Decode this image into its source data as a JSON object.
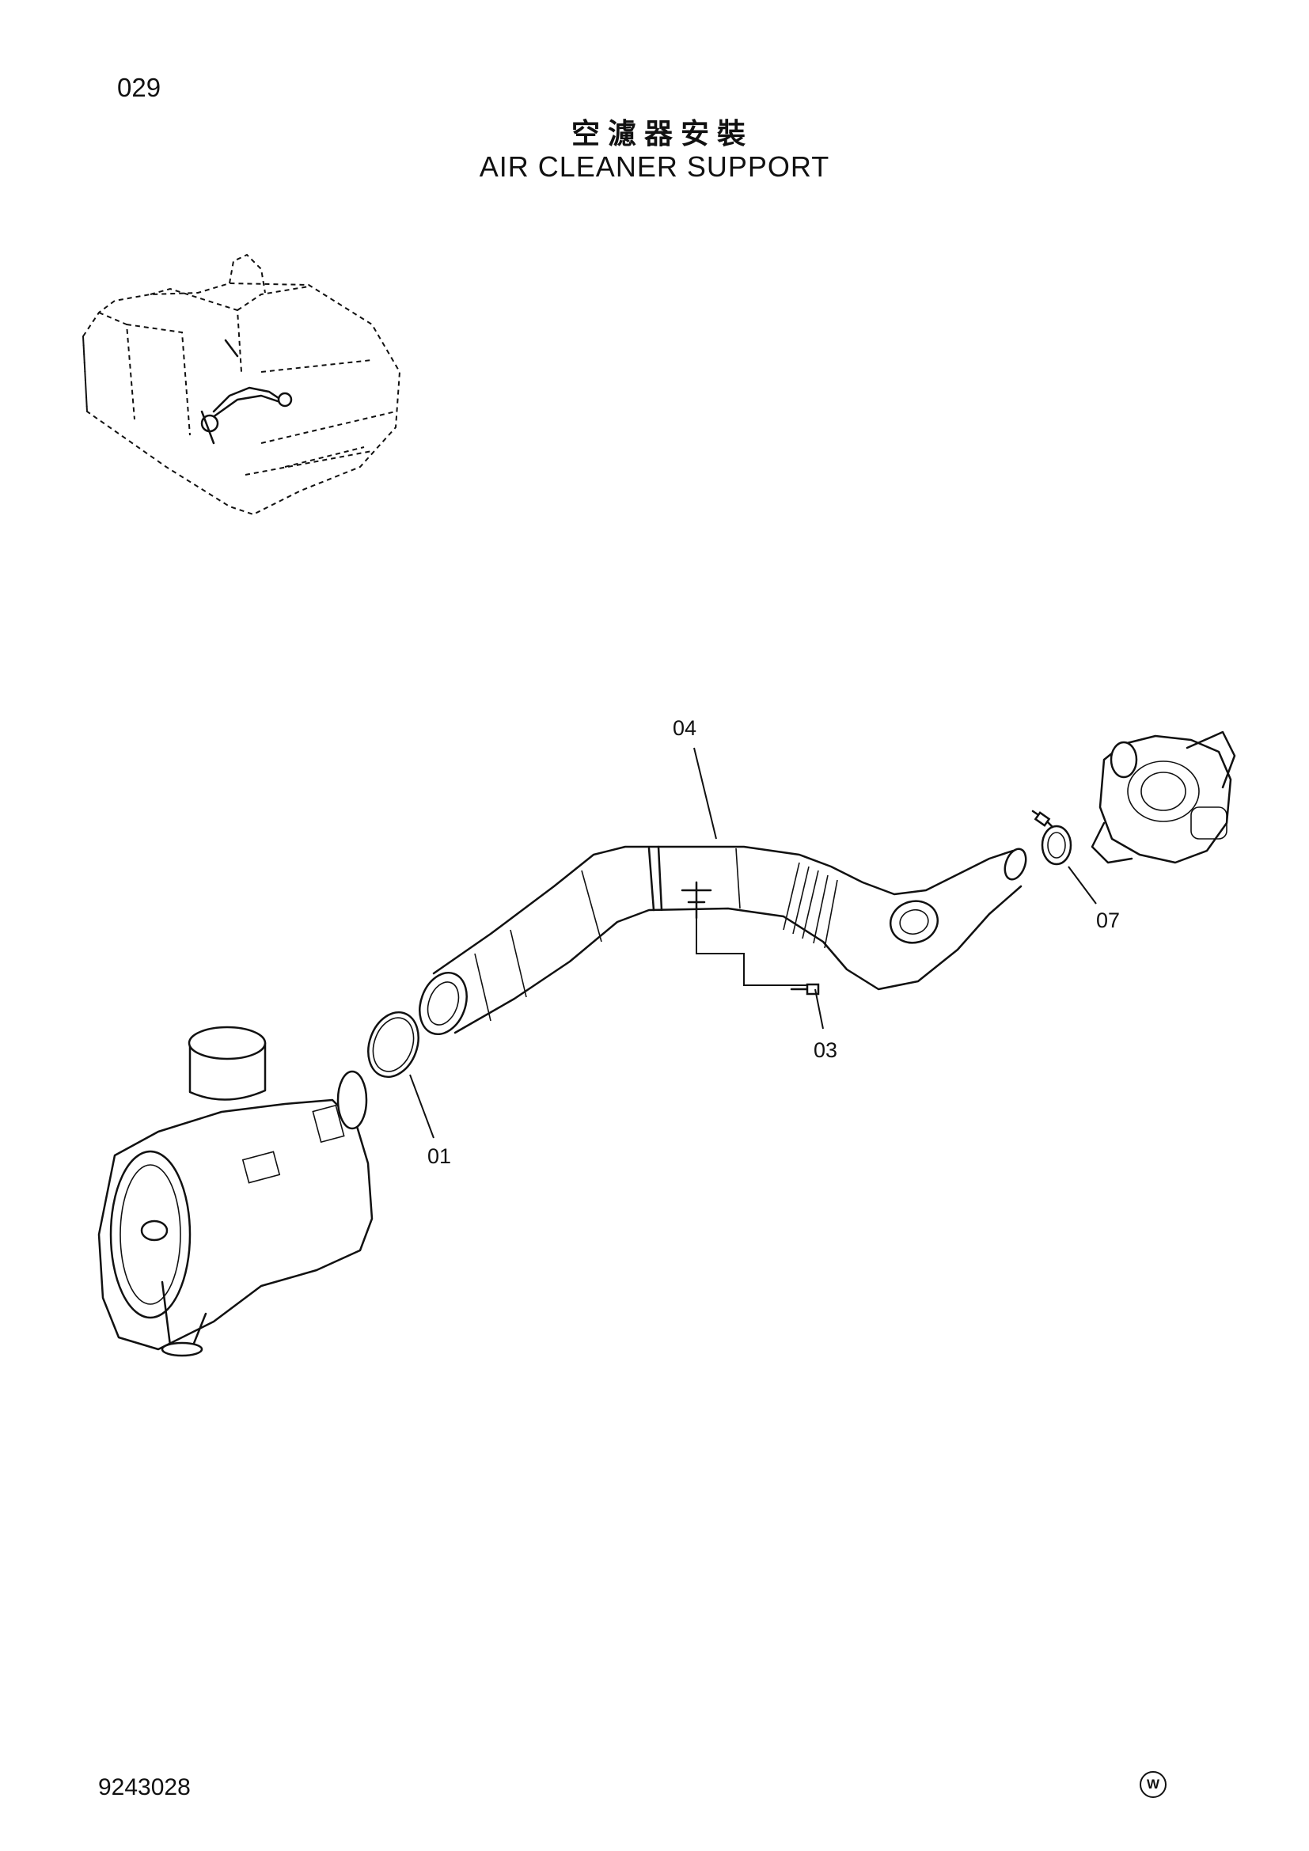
{
  "header": {
    "page_number": "029",
    "title_cn": "空濾器安裝",
    "title_en": "AIR CLEANER SUPPORT"
  },
  "callouts": [
    {
      "id": "01",
      "label": "01"
    },
    {
      "id": "03",
      "label": "03"
    },
    {
      "id": "04",
      "label": "04"
    },
    {
      "id": "07",
      "label": "07"
    }
  ],
  "footer": {
    "doc_number": "9243028",
    "mark": "W"
  }
}
